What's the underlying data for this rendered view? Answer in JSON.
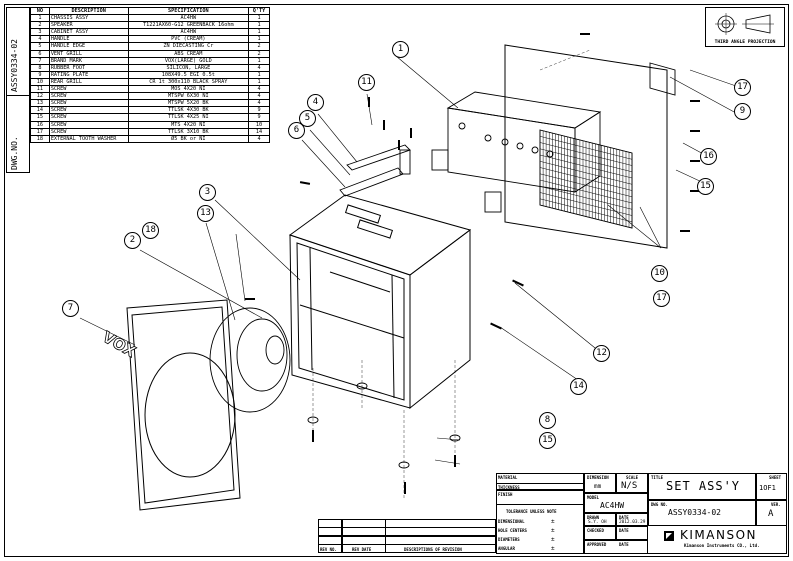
{
  "bom": {
    "headers": [
      "NO",
      "DESCRIPTION",
      "SPECIFICATION",
      "Q'TY"
    ],
    "rows": [
      [
        "1",
        "CHASSIS ASSY",
        "AC4HW",
        "1"
      ],
      [
        "2",
        "SPEAKER",
        "T1221AX60-G12 GREENBACK 16ohm",
        "1"
      ],
      [
        "3",
        "CABINET ASSY",
        "AC4HW",
        "1"
      ],
      [
        "4",
        "HANDLE",
        "PVC (CREAM)",
        "1"
      ],
      [
        "5",
        "HANDLE EDGE",
        "ZN DIECASTING Cr",
        "2"
      ],
      [
        "6",
        "VENT GRILL",
        "ABS CREAM",
        "2"
      ],
      [
        "7",
        "BRAND MARK",
        "VOX(LARGE) GOLD",
        "1"
      ],
      [
        "8",
        "RUBBER FOOT",
        "SILICON, LARGE",
        "4"
      ],
      [
        "9",
        "RATING PLATE",
        "108X49.5 EGI 0.5t",
        "1"
      ],
      [
        "10",
        "REAR GRILL",
        "CR 1t 300x110 BLACK SPRAY",
        "1"
      ],
      [
        "11",
        "SCREW",
        "MOS 4X20 NI",
        "4"
      ],
      [
        "12",
        "SCREW",
        "MTSPW 6X30 NI",
        "4"
      ],
      [
        "13",
        "SCREW",
        "MTSPW 5X20 BK",
        "4"
      ],
      [
        "14",
        "SCREW",
        "TTLSK 4X30 BK",
        "9"
      ],
      [
        "15",
        "SCREW",
        "TTLSK 4X25 NI",
        "9"
      ],
      [
        "16",
        "SCREW",
        "MTS 4X20 NI",
        "10"
      ],
      [
        "17",
        "SCREW",
        "TTLSK 3X10 BK",
        "14"
      ],
      [
        "18",
        "EXTERNAL TOOTH WASHER",
        "Ø5 BK or NI",
        "4"
      ]
    ]
  },
  "side": {
    "assy": "ASSY0334-02",
    "dwg": "DWG.NO."
  },
  "projection": {
    "label": "THIRD ANGLE PROJECTION"
  },
  "balloons": [
    "1",
    "2",
    "3",
    "4",
    "5",
    "6",
    "7",
    "8",
    "9",
    "10",
    "11",
    "12",
    "13",
    "14",
    "15",
    "16",
    "17",
    "17",
    "15",
    "18"
  ],
  "brand_on_panel": "VOX",
  "revision": {
    "rev_no": "REV NO.",
    "rev_date": "REV DATE",
    "desc": "DESCRIPTIONS OF REVISION"
  },
  "title_block": {
    "material_lbl": "MATERIAL",
    "thickness_lbl": "THICKNESS",
    "finish_lbl": "FINISH",
    "tolerance_lbl": "TOLERANCE UNLESS NOTE",
    "dimensional_lbl": "DIMENSIONAL",
    "hole_lbl": "HOLE CENTERS",
    "diam_lbl": "DIAMETERS",
    "angular_lbl": "ANGULAR",
    "pm": "±",
    "dimension_lbl": "DIMENSION",
    "dimension_val": "mm",
    "scale_lbl": "SCALE",
    "scale_val": "N/S",
    "model_lbl": "MODEL",
    "model_val": "AC4HW",
    "drawn_lbl": "DRAWN",
    "drawn_by": "S.Y. OH",
    "date_lbl": "DATE",
    "date_val": "2012.03.29",
    "checked_lbl": "CHECKED",
    "approved_lbl": "APPROVED",
    "title_lbl": "TITLE",
    "title_val": "SET ASS'Y",
    "sheet_lbl": "SHEET",
    "sheet_val": "1OF1",
    "dwg_lbl": "DWG NO.",
    "dwg_val": "ASSY0334-02",
    "ver_lbl": "VER.",
    "ver_val": "A",
    "company": "KIMANSON",
    "company_sub": "Kimanson Instruments CO., Ltd."
  }
}
